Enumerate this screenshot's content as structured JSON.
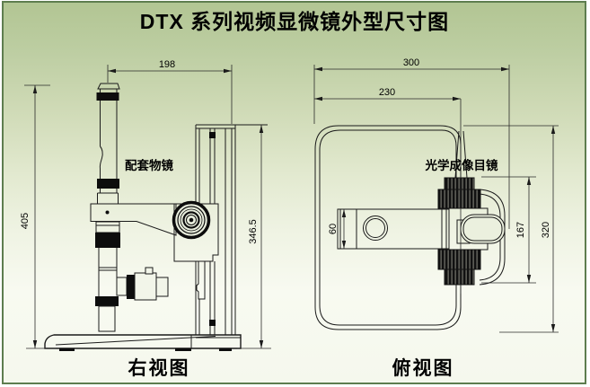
{
  "title": "DTX 系列视频显微镜外型尺寸图",
  "side_view": {
    "caption": "右视图",
    "part_label": "配套物镜",
    "dimensions": {
      "tube_to_column": "198",
      "total_height": "405",
      "column_height": "346.5"
    }
  },
  "top_view": {
    "caption": "俯视图",
    "part_label": "光学成像目镜",
    "dimensions": {
      "base_width": "300",
      "eyepiece_offset": "230",
      "arm_width": "60",
      "knob_span": "167",
      "base_depth": "320"
    }
  },
  "colors": {
    "background_top": "#b3c695",
    "background_bottom": "#f6f8ee",
    "frame_border": "#5e7d4f",
    "line": "#1a1a1a"
  }
}
